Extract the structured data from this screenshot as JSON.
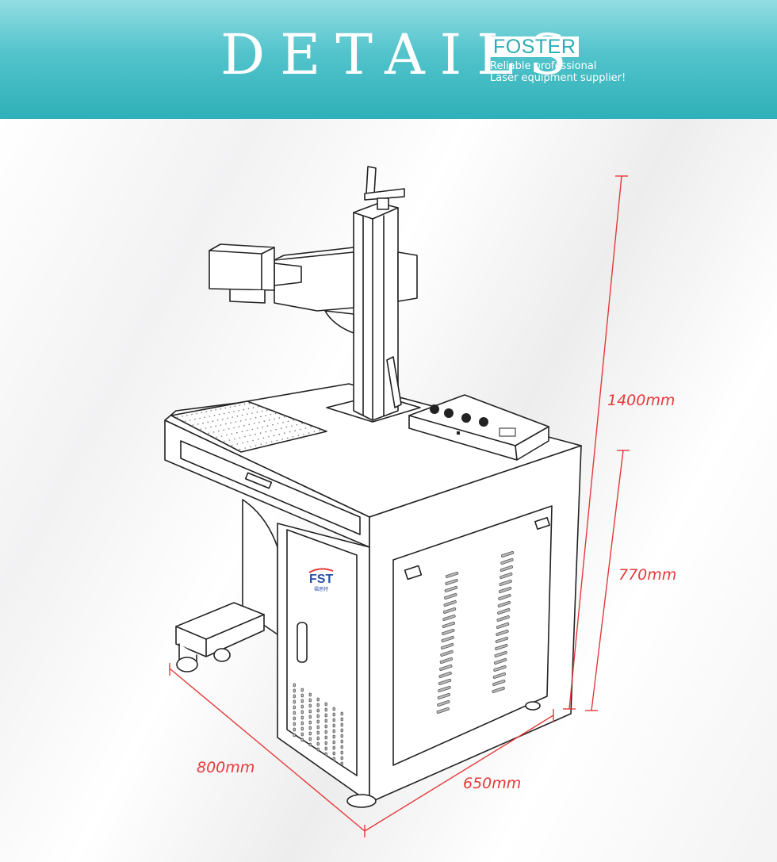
{
  "header": {
    "title": "DETAILS",
    "brand": "FOSTER",
    "tagline_line1": "Reliable professional",
    "tagline_line2": "Laser equipment supplier!"
  },
  "machine": {
    "logo_text": "FST",
    "logo_sub": "福思特"
  },
  "dimensions": {
    "height_total": "1400mm",
    "height_table": "770mm",
    "length": "800mm",
    "width": "650mm"
  },
  "colors": {
    "header_accent": "#2fb0b8",
    "dimension_red": "#e4393a"
  }
}
